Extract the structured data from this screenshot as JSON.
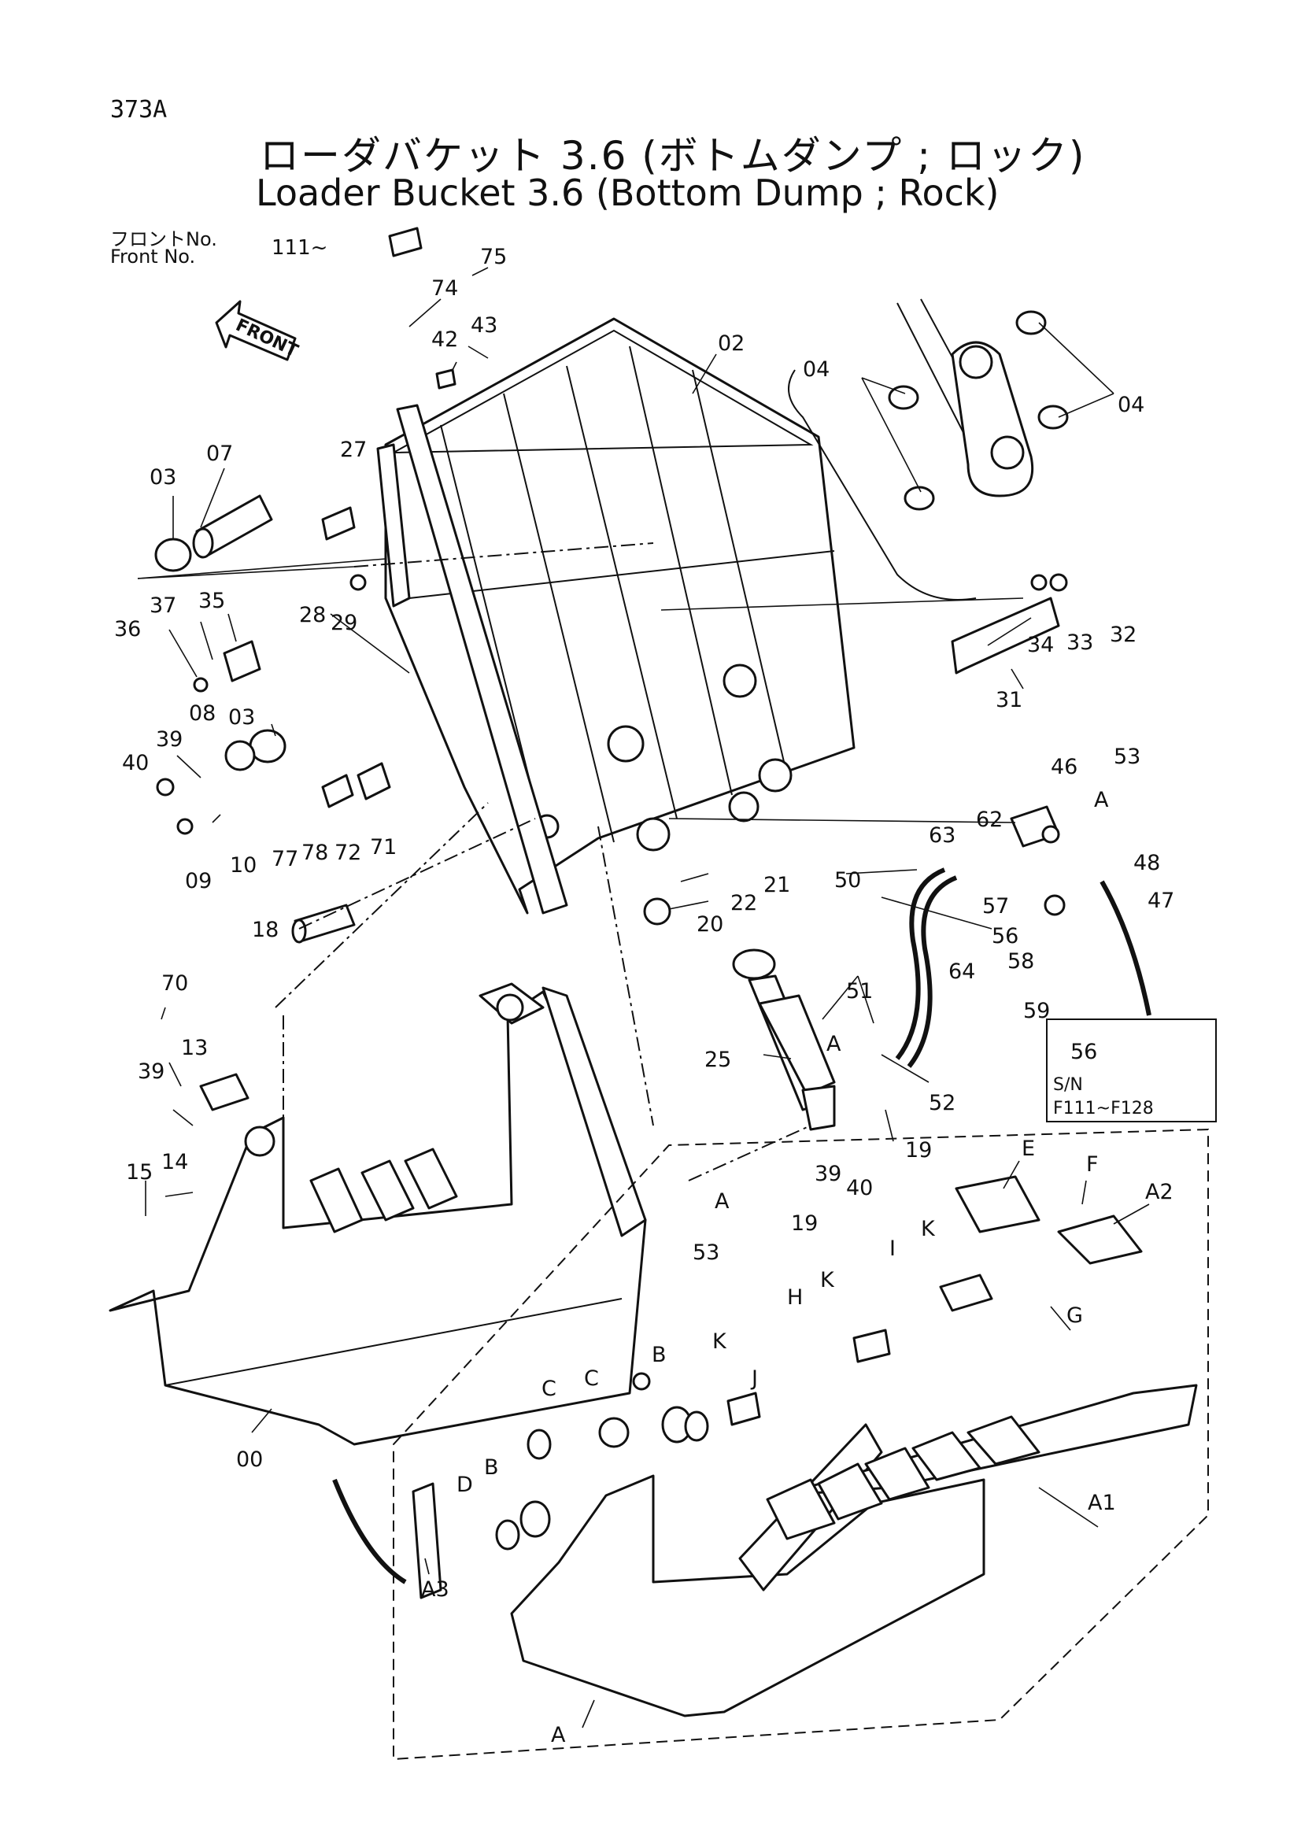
{
  "header": {
    "page_code": "373A",
    "title_jp": "ローダバケット 3.6 (ボトムダンプ ; ロック)",
    "title_en": "Loader Bucket 3.6 (Bottom Dump ; Rock)",
    "front_label_jp": "フロントNo.",
    "front_label_en": "Front   No.",
    "front_no": "111~"
  },
  "direction_arrow": "FRONT",
  "serial_box": {
    "part": "56",
    "prefix": "S/N",
    "range": "F111~F128"
  },
  "callouts": {
    "p74": "74",
    "p75": "75",
    "p42": "42",
    "p43": "43",
    "p02": "02",
    "p04a": "04",
    "p04b": "04",
    "p27": "27",
    "p03a": "03",
    "p07": "07",
    "p28": "28",
    "p29": "29",
    "p37": "37",
    "p35": "35",
    "p36": "36",
    "p03b": "03",
    "p08": "08",
    "p39a": "39",
    "p40a": "40",
    "p09": "09",
    "p10": "10",
    "p77": "77",
    "p78": "78",
    "p72": "72",
    "p71": "71",
    "p18": "18",
    "p21": "21",
    "p22": "22",
    "p20": "20",
    "p34": "34",
    "p33": "33",
    "p32": "32",
    "p31": "31",
    "p53a": "53",
    "p46": "46",
    "pA1": "A",
    "p62": "62",
    "p63": "63",
    "p48": "48",
    "p47": "47",
    "p57": "57",
    "p56": "56",
    "p50": "50",
    "p64": "64",
    "p58": "58",
    "p59": "59",
    "p70": "70",
    "p13": "13",
    "p39b": "39",
    "p14": "14",
    "p15": "15",
    "p51": "51",
    "pA2": "A",
    "p25": "25",
    "p52": "52",
    "p19a": "19",
    "p39c": "39",
    "p40b": "40",
    "p19b": "19",
    "pA3": "A",
    "p53b": "53",
    "p00": "00",
    "pE": "E",
    "pF": "F",
    "pA2x": "A2",
    "pI": "I",
    "pK1": "K",
    "pG": "G",
    "pK2": "K",
    "pH": "H",
    "pB1": "B",
    "pK3": "K",
    "pC1": "C",
    "pC2": "C",
    "pJ": "J",
    "pB2": "B",
    "pD": "D",
    "pA1x": "A1",
    "pA3x": "A3",
    "pAbot": "A"
  }
}
